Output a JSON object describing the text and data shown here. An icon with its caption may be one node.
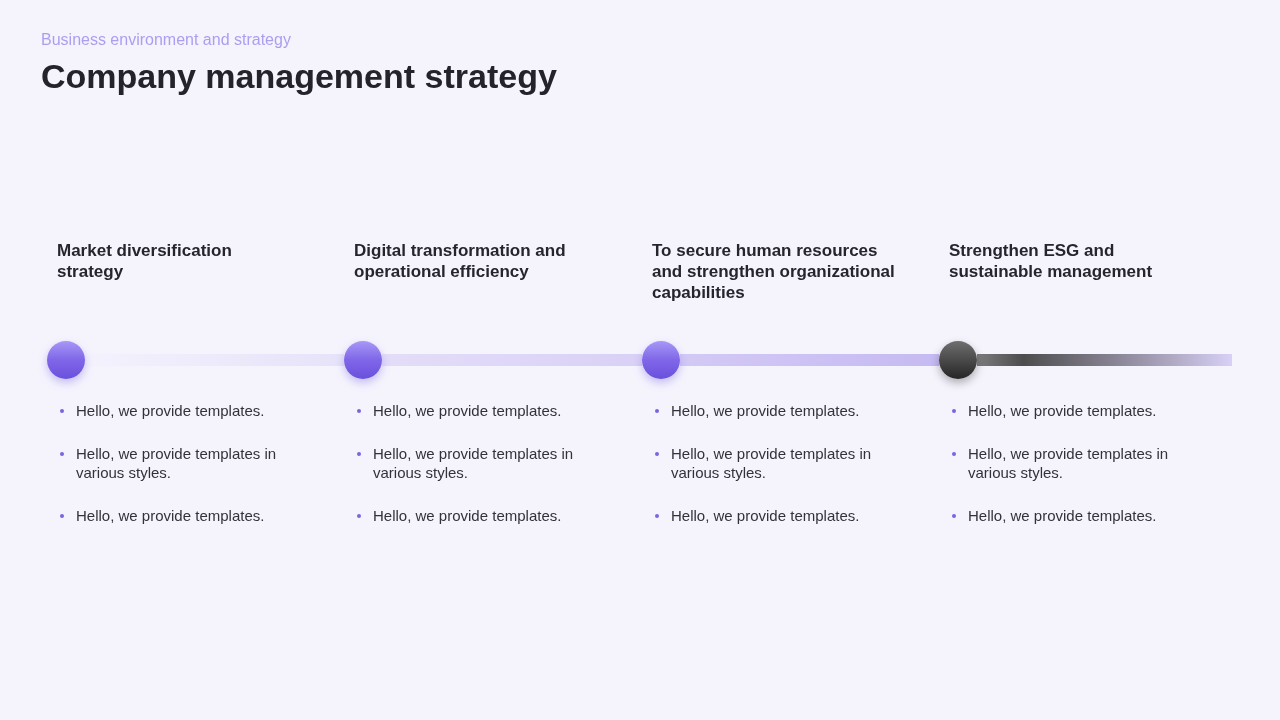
{
  "diagram": {
    "title": "Company management strategy",
    "nodes": [
      {
        "text": [],
        "shape": "circle"
      },
      {
        "text": [],
        "shape": "circle"
      },
      {
        "text": [],
        "shape": "circle"
      },
      {
        "text": [],
        "shape": "circle"
      }
    ],
    "edges": [
      {
        "from": 0,
        "to": 1,
        "arrow": "none",
        "color": "#e6e2f9"
      },
      {
        "from": 1,
        "to": 2,
        "arrow": "none",
        "color": "#d9d1f6"
      },
      {
        "from": 2,
        "to": 3,
        "arrow": "none",
        "color": "#c6baf2"
      },
      {
        "from": 3,
        "to": null,
        "arrow": "none",
        "color": "#4d4d4d"
      }
    ],
    "labels": [
      "Business environment and strategy",
      "Market diversification strategy",
      "Digital transformation and operational efficiency",
      "To secure human resources and strengthen organizational capabilities",
      "Strengthen ESG and sustainable management",
      "Hello, we provide templates.",
      "Hello, we provide templates.",
      "Hello, we provide templates.",
      "Hello, we provide templates.",
      "Hello, we provide templates in various styles.",
      "Hello, we provide templates in various styles.",
      "Hello, we provide templates in various styles.",
      "Hello, we provide templates in various styles.",
      "Hello, we provide templates.",
      "Hello, we provide templates.",
      "Hello, we provide templates.",
      "Hello, we provide templates."
    ]
  }
}
